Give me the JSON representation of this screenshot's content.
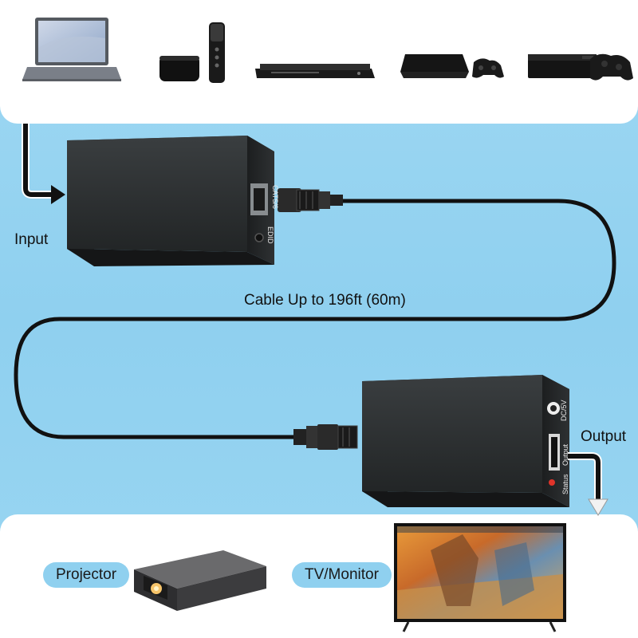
{
  "labels": {
    "input": "Input",
    "cable": "Cable Up to 196ft (60m)",
    "output": "Output"
  },
  "transmitter_ports": {
    "cat": "CAT5/6",
    "edid": "EDID"
  },
  "receiver_ports": {
    "power": "DC/5V",
    "output": "Output",
    "status": "Status"
  },
  "destinations": {
    "projector": "Projector",
    "tv": "TV/Monitor"
  },
  "colors": {
    "background": "#9fd8f3",
    "panel": "#ffffff",
    "pill": "#8fd0ef",
    "device": "#2a2d2e",
    "cable": "#111111"
  },
  "icons": [
    "laptop-icon",
    "apple-tv-icon",
    "dvd-player-icon",
    "playstation-icon",
    "xbox-icon",
    "projector-icon",
    "tv-icon"
  ]
}
